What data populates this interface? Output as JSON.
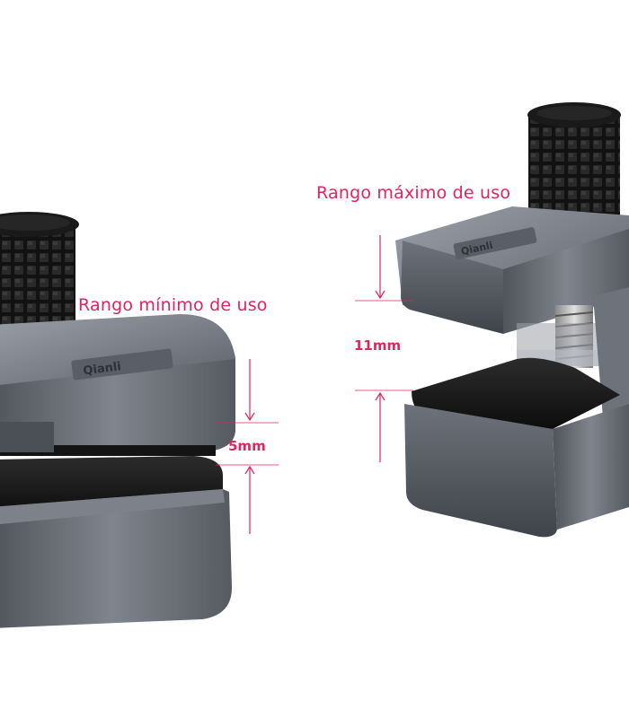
{
  "labels": {
    "min_range": "Rango mínimo de uso",
    "max_range": "Rango máximo de uso"
  },
  "measurements": {
    "min_gap": "5mm",
    "max_gap": "11mm"
  },
  "brand_engraving": "Qianli",
  "colors": {
    "annotation": "#e0245e",
    "clamp_body": "#6b7079",
    "pad": "#1c1c1c",
    "knob": "#141414",
    "background": "#ffffff"
  }
}
